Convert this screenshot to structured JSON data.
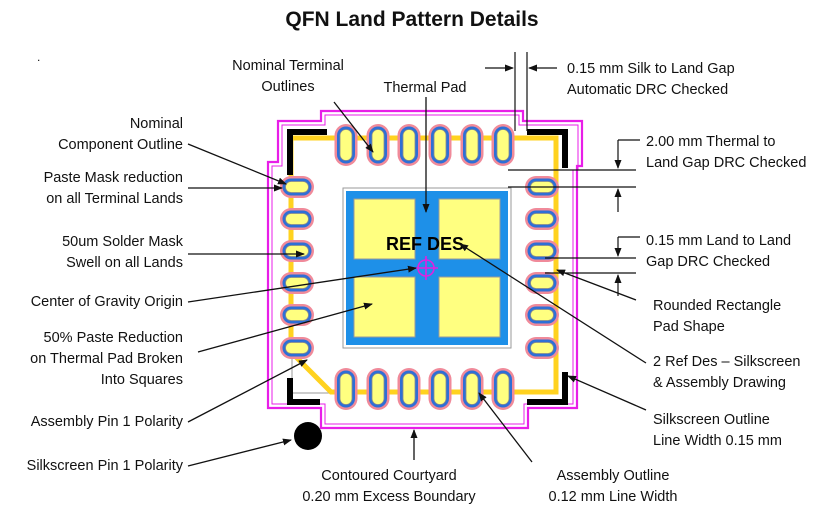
{
  "title": "QFN Land Pattern Details",
  "ref_des": "REF DES",
  "stray_mark": ".",
  "colors": {
    "courtyard": "#e81ee8",
    "assembly_outline": "#ffd21f",
    "silkscreen": "#000000",
    "thermal_solder_mask": "#1e90e8",
    "paste": "#ffff80",
    "land_copper": "#2e6fd6",
    "land_mask_swell": "#f08a9a",
    "cog_marker": "#e020e0"
  },
  "callouts": {
    "left": [
      {
        "id": "nominal-component-outline",
        "lines": [
          "Nominal",
          "Component Outline"
        ]
      },
      {
        "id": "paste-mask-reduction",
        "lines": [
          "Paste Mask reduction",
          "on all Terminal Lands"
        ]
      },
      {
        "id": "solder-mask-swell",
        "lines": [
          "50um Solder Mask",
          "Swell on all Lands"
        ]
      },
      {
        "id": "center-of-gravity",
        "lines": [
          "Center of Gravity Origin"
        ]
      },
      {
        "id": "paste-reduction-thermal",
        "lines": [
          "50% Paste Reduction",
          "on Thermal Pad Broken",
          "Into Squares"
        ]
      },
      {
        "id": "assembly-pin1",
        "lines": [
          "Assembly Pin 1 Polarity"
        ]
      },
      {
        "id": "silkscreen-pin1",
        "lines": [
          "Silkscreen Pin 1 Polarity"
        ]
      }
    ],
    "top": [
      {
        "id": "nominal-terminal-outlines",
        "lines": [
          "Nominal Terminal",
          "Outlines"
        ]
      },
      {
        "id": "thermal-pad",
        "lines": [
          "Thermal Pad"
        ]
      }
    ],
    "right": [
      {
        "id": "silk-to-land-gap",
        "lines": [
          "0.15 mm Silk to Land Gap",
          "Automatic DRC Checked"
        ]
      },
      {
        "id": "thermal-to-land-gap",
        "lines": [
          "2.00 mm Thermal to",
          "Land Gap DRC Checked"
        ]
      },
      {
        "id": "land-to-land-gap",
        "lines": [
          "0.15 mm Land to Land",
          "Gap DRC Checked"
        ]
      },
      {
        "id": "rounded-rectangle",
        "lines": [
          "Rounded Rectangle",
          "Pad Shape"
        ]
      },
      {
        "id": "two-ref-des",
        "lines": [
          "2 Ref Des – Silkscreen",
          "& Assembly Drawing"
        ]
      },
      {
        "id": "silkscreen-outline",
        "lines": [
          "Silkscreen Outline",
          "Line Width 0.15 mm"
        ]
      }
    ],
    "bottom": [
      {
        "id": "contoured-courtyard",
        "lines": [
          "Contoured Courtyard",
          "0.20 mm Excess Boundary"
        ]
      },
      {
        "id": "assembly-outline",
        "lines": [
          "Assembly Outline",
          "0.12 mm Line Width"
        ]
      }
    ]
  }
}
